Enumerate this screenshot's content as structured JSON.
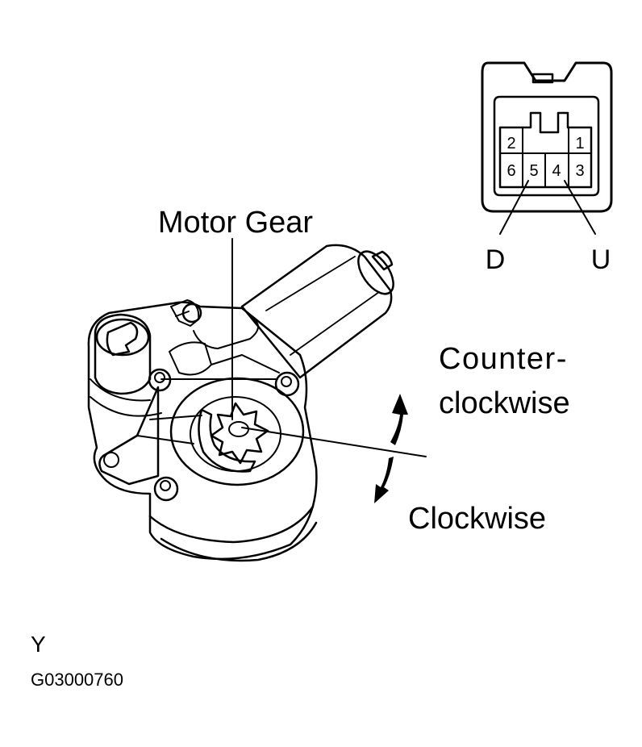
{
  "connector": {
    "pins_top": [
      "2",
      "1"
    ],
    "pins_bottom": [
      "6",
      "5",
      "4",
      "3"
    ],
    "pin_d_label": "D",
    "pin_u_label": "U"
  },
  "labels": {
    "motor_gear": "Motor Gear",
    "counter_line1": "Counter-",
    "counter_line2": "clockwise",
    "clockwise": "Clockwise"
  },
  "footer": {
    "view_letter": "Y",
    "figure_code": "G03000760"
  }
}
